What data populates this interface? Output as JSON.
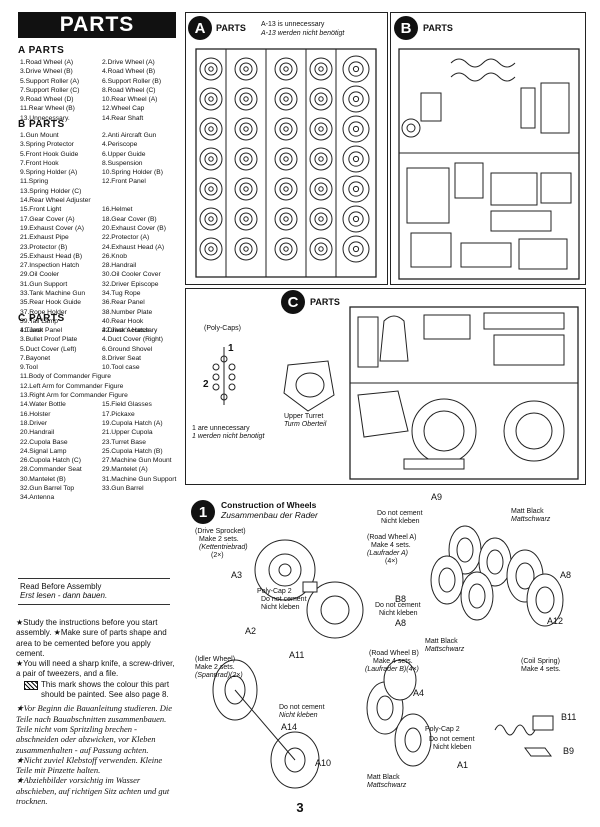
{
  "header": {
    "title": "PARTS"
  },
  "parts_a": {
    "heading": "A PARTS",
    "items": [
      "1.Road Wheel (A)",
      "2.Drive Wheel (A)",
      "3.Drive Wheel (B)",
      "4.Road Wheel (B)",
      "5.Support Roller (A)",
      "6.Support Roller (B)",
      "7.Support Roller (C)",
      "8.Road Wheel (C)",
      "9.Road Wheel (D)",
      "10.Rear Wheel (A)",
      "11.Rear Wheel (B)",
      "12.Wheel Cap",
      "13.Unnecessary.",
      "14.Rear Shaft"
    ]
  },
  "parts_b": {
    "heading": "B PARTS",
    "items": [
      "1.Gun Mount",
      "2.Anti Aircraft Gun",
      "3.Spring Protector",
      "4.Periscope",
      "5.Front Hook Guide",
      "6.Upper Guide",
      "7.Front Hook",
      "8.Suspension",
      "9.Spring Holder (A)",
      "10.Spring Holder (B)",
      "11.Spring",
      "12.Front Panel",
      "13.Spring Holder (C)",
      "",
      "14.Rear Wheel Adjuster",
      "",
      "15.Front Light",
      "16.Helmet",
      "17.Gear Cover (A)",
      "18.Gear Cover (B)",
      "19.Exhaust Cover (A)",
      "20.Exhaust Cover (B)",
      "21.Exhaust Pipe",
      "22.Protector (A)",
      "23.Protector (B)",
      "24.Exhaust Head (A)",
      "25.Exhaust Head (B)",
      "26.Knob",
      "27.Inspection Hatch",
      "28.Handrail",
      "29.Oil Cooler",
      "30.Oil Cooler Cover",
      "31.Gun Support",
      "32.Driver Episcope",
      "33.Tank Machine Gun",
      "34.Tug Rope",
      "35.Rear Hook Guide",
      "36.Rear Panel",
      "37.Rope Holder",
      "38.Number Plate",
      "39.Tail Lamp",
      "40.Rear Hook",
      "41.Jack",
      "42.Jack Accessary"
    ]
  },
  "parts_c": {
    "heading": "C PARTS",
    "items": [
      "1.Turret Panel",
      "2.Driver's Hatch",
      "3.Bullet Proof Plate",
      "4.Duct Cover (Right)",
      "5.Duct Cover (Left)",
      "6.Ground Shovel",
      "7.Bayonet",
      "8.Driver Seat",
      "9.Tool",
      "10.Tool case",
      "11.Body of Commander Figure",
      "",
      "12.Left Arm for Commander Figure",
      "",
      "13.Right Arm for Commander Figure",
      "",
      "14.Water Bottle",
      "15.Field Glasses",
      "16.Holster",
      "17.Pickaxe",
      "18.Driver",
      "19.Cupola Hatch (A)",
      "20.Handrail",
      "21.Upper Cupola",
      "22.Cupola Base",
      "23.Turret Base",
      "24.Signal Lamp",
      "25.Cupola Hatch (B)",
      "26.Cupola Hatch (C)",
      "27.Machine Gun Mount",
      "28.Commander Seat",
      "29.Mantelet (A)",
      "30.Mantelet (B)",
      "31.Machine Gun Support",
      "32.Gun Barrel Top",
      "33.Gun Barrel",
      "34.Antenna",
      ""
    ]
  },
  "read_before": {
    "en": "Read Before Assembly",
    "de": "Erst lesen - dann bauen."
  },
  "notes": {
    "n1": "★Study the instructions before you start assembly. ★Make sure of parts shape and area to be cemented before you apply cement.",
    "n2": "★You will need a sharp knife, a screw-driver, a pair of tweezers, and a file.",
    "n3": "This mark shows the colour this part should be painted. See also page 8.",
    "d1": "★Vor Beginn die Bauanleitung studieren. Die Teile nach Bauabschnitten zusammenbauen. Teile nicht vom Spritzling brechen - abschneiden oder abzwicken, vor Kleben zusammenhalten - auf Passung achten.",
    "d2": "★Nicht zuviel Klebstoff verwenden. Kleine Teile mit Pinzette halten.",
    "d3": "★Abziehbilder vorsichtig im Wasser abschieben, auf richtigen Sitz achten und gut trocknen."
  },
  "sprue_a": {
    "letter": "A",
    "title": "PARTS",
    "note_en": "A-13 is unnecessary",
    "note_de": "A-13 werden nicht benötigt"
  },
  "sprue_b": {
    "letter": "B",
    "title": "PARTS"
  },
  "sprue_c": {
    "letter": "C",
    "title": "PARTS",
    "polycaps": "(Poly-Caps)",
    "polycap_n1": "1",
    "polycap_n2": "2",
    "note_en": "1 are unnecessary",
    "note_de": "1 werden nicht benotigt",
    "turret_en": "Upper Turret",
    "turret_de": "Turm Oberteil"
  },
  "step1": {
    "num": "1",
    "title_en": "Construction of Wheels",
    "title_de": "Zusammenbau der Rader",
    "drive_sprocket": "(Drive Sprocket)",
    "make2": "Make 2 sets.",
    "kettentriebrad": "(Kettentriebrad)",
    "x2": "(2×)",
    "road_wheel_a": "(Road Wheel A)",
    "make4": "Make 4 sets.",
    "laufrader_a": "(Laufrader A)",
    "x4": "(4×)",
    "idler": "(Idler Wheel)",
    "spannrad": "(Spannrad)(2×)",
    "road_wheel_b": "(Road Wheel B)",
    "laufrader_b": "(Laufrader B)(4×)",
    "coil": "(Coil Spring)",
    "coil_make": "Make 4 sets.",
    "nocement": "Do not cement",
    "nichtkleben": "Nicht kleben",
    "polycap": "Poly-Cap 2",
    "matt": "Matt Black",
    "mattde": "Mattschwarz",
    "A3": "A3",
    "A2": "A2",
    "A9": "A9",
    "A8": "A8",
    "B8": "B8",
    "A12": "A12",
    "A11": "A11",
    "A14": "A14",
    "A4": "A4",
    "A10": "A10",
    "A1": "A1",
    "B11": "B11",
    "B9": "B9"
  },
  "page": {
    "number": "3"
  }
}
